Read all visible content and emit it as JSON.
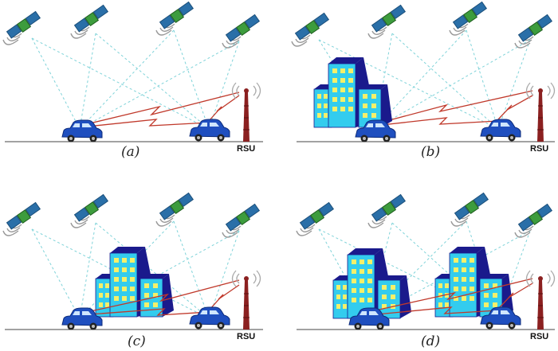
{
  "figure": {
    "panels": [
      {
        "id": "a",
        "caption": "(a)",
        "rsu_label": "RSU",
        "buildings": 0
      },
      {
        "id": "b",
        "caption": "(b)",
        "rsu_label": "RSU",
        "buildings": 1
      },
      {
        "id": "c",
        "caption": "(c)",
        "rsu_label": "RSU",
        "buildings": 1
      },
      {
        "id": "d",
        "caption": "(d)",
        "rsu_label": "RSU",
        "buildings": 2
      }
    ],
    "icons": {
      "satellite": "satellite-icon",
      "car": "car-icon",
      "building": "building-icon",
      "rsu_tower": "rsu-tower-icon"
    },
    "colors": {
      "satellite_signal": "#7fd3d9",
      "v2x_link": "#c0392b",
      "car_body": "#1f4fbf",
      "building_front": "#33ccee",
      "building_side": "#1a1a8c",
      "window": "#f5f06a",
      "rsu_tower": "#8b2020",
      "satellite_panel": "#2a6fa8",
      "satellite_body": "#3d9c3d",
      "ground_line": "#444444"
    }
  }
}
